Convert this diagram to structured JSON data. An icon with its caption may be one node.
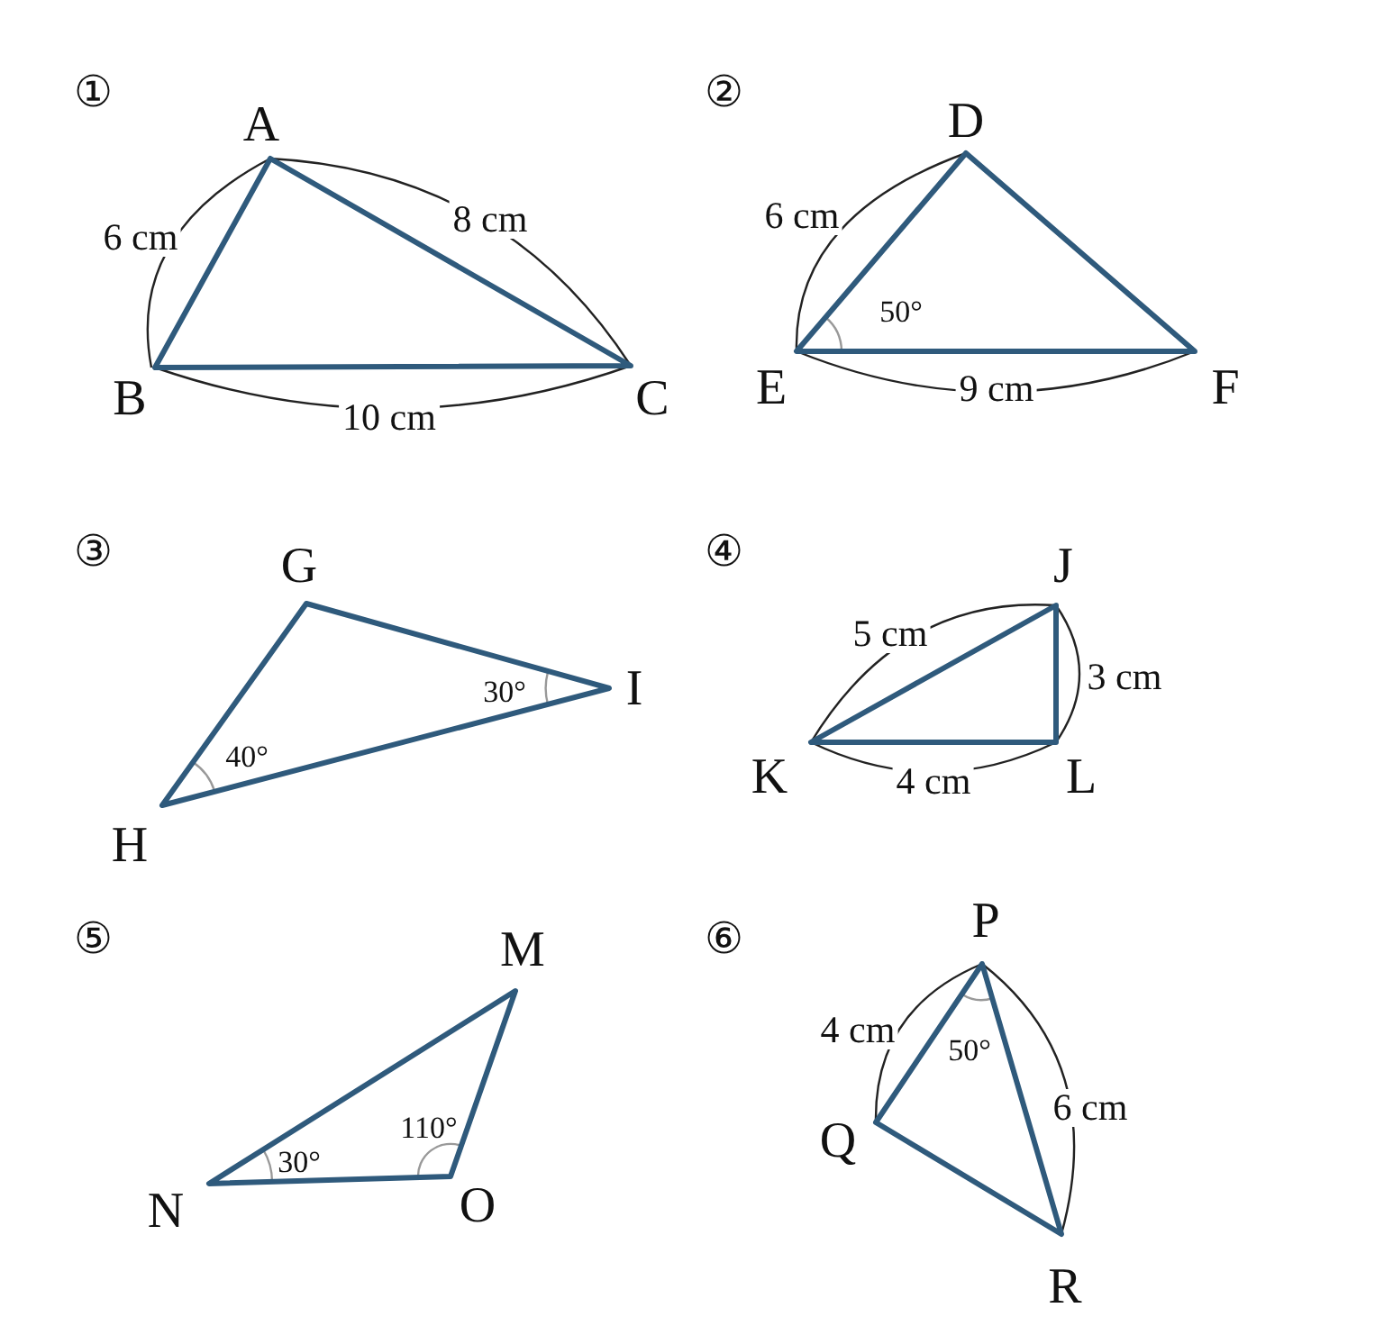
{
  "diagram": {
    "labels": [
      "①",
      "A",
      "6 cm",
      "8 cm",
      "B",
      "C",
      "10 cm",
      "②",
      "D",
      "6 cm",
      "50°",
      "E",
      "9 cm",
      "F",
      "③",
      "G",
      "40°",
      "30°",
      "I",
      "H",
      "④",
      "J",
      "5 cm",
      "3 cm",
      "K",
      "4 cm",
      "L",
      "⑤",
      "M",
      "110°",
      "30°",
      "N",
      "O",
      "⑥",
      "P",
      "4 cm",
      "50°",
      "6 cm",
      "Q",
      "R"
    ]
  }
}
